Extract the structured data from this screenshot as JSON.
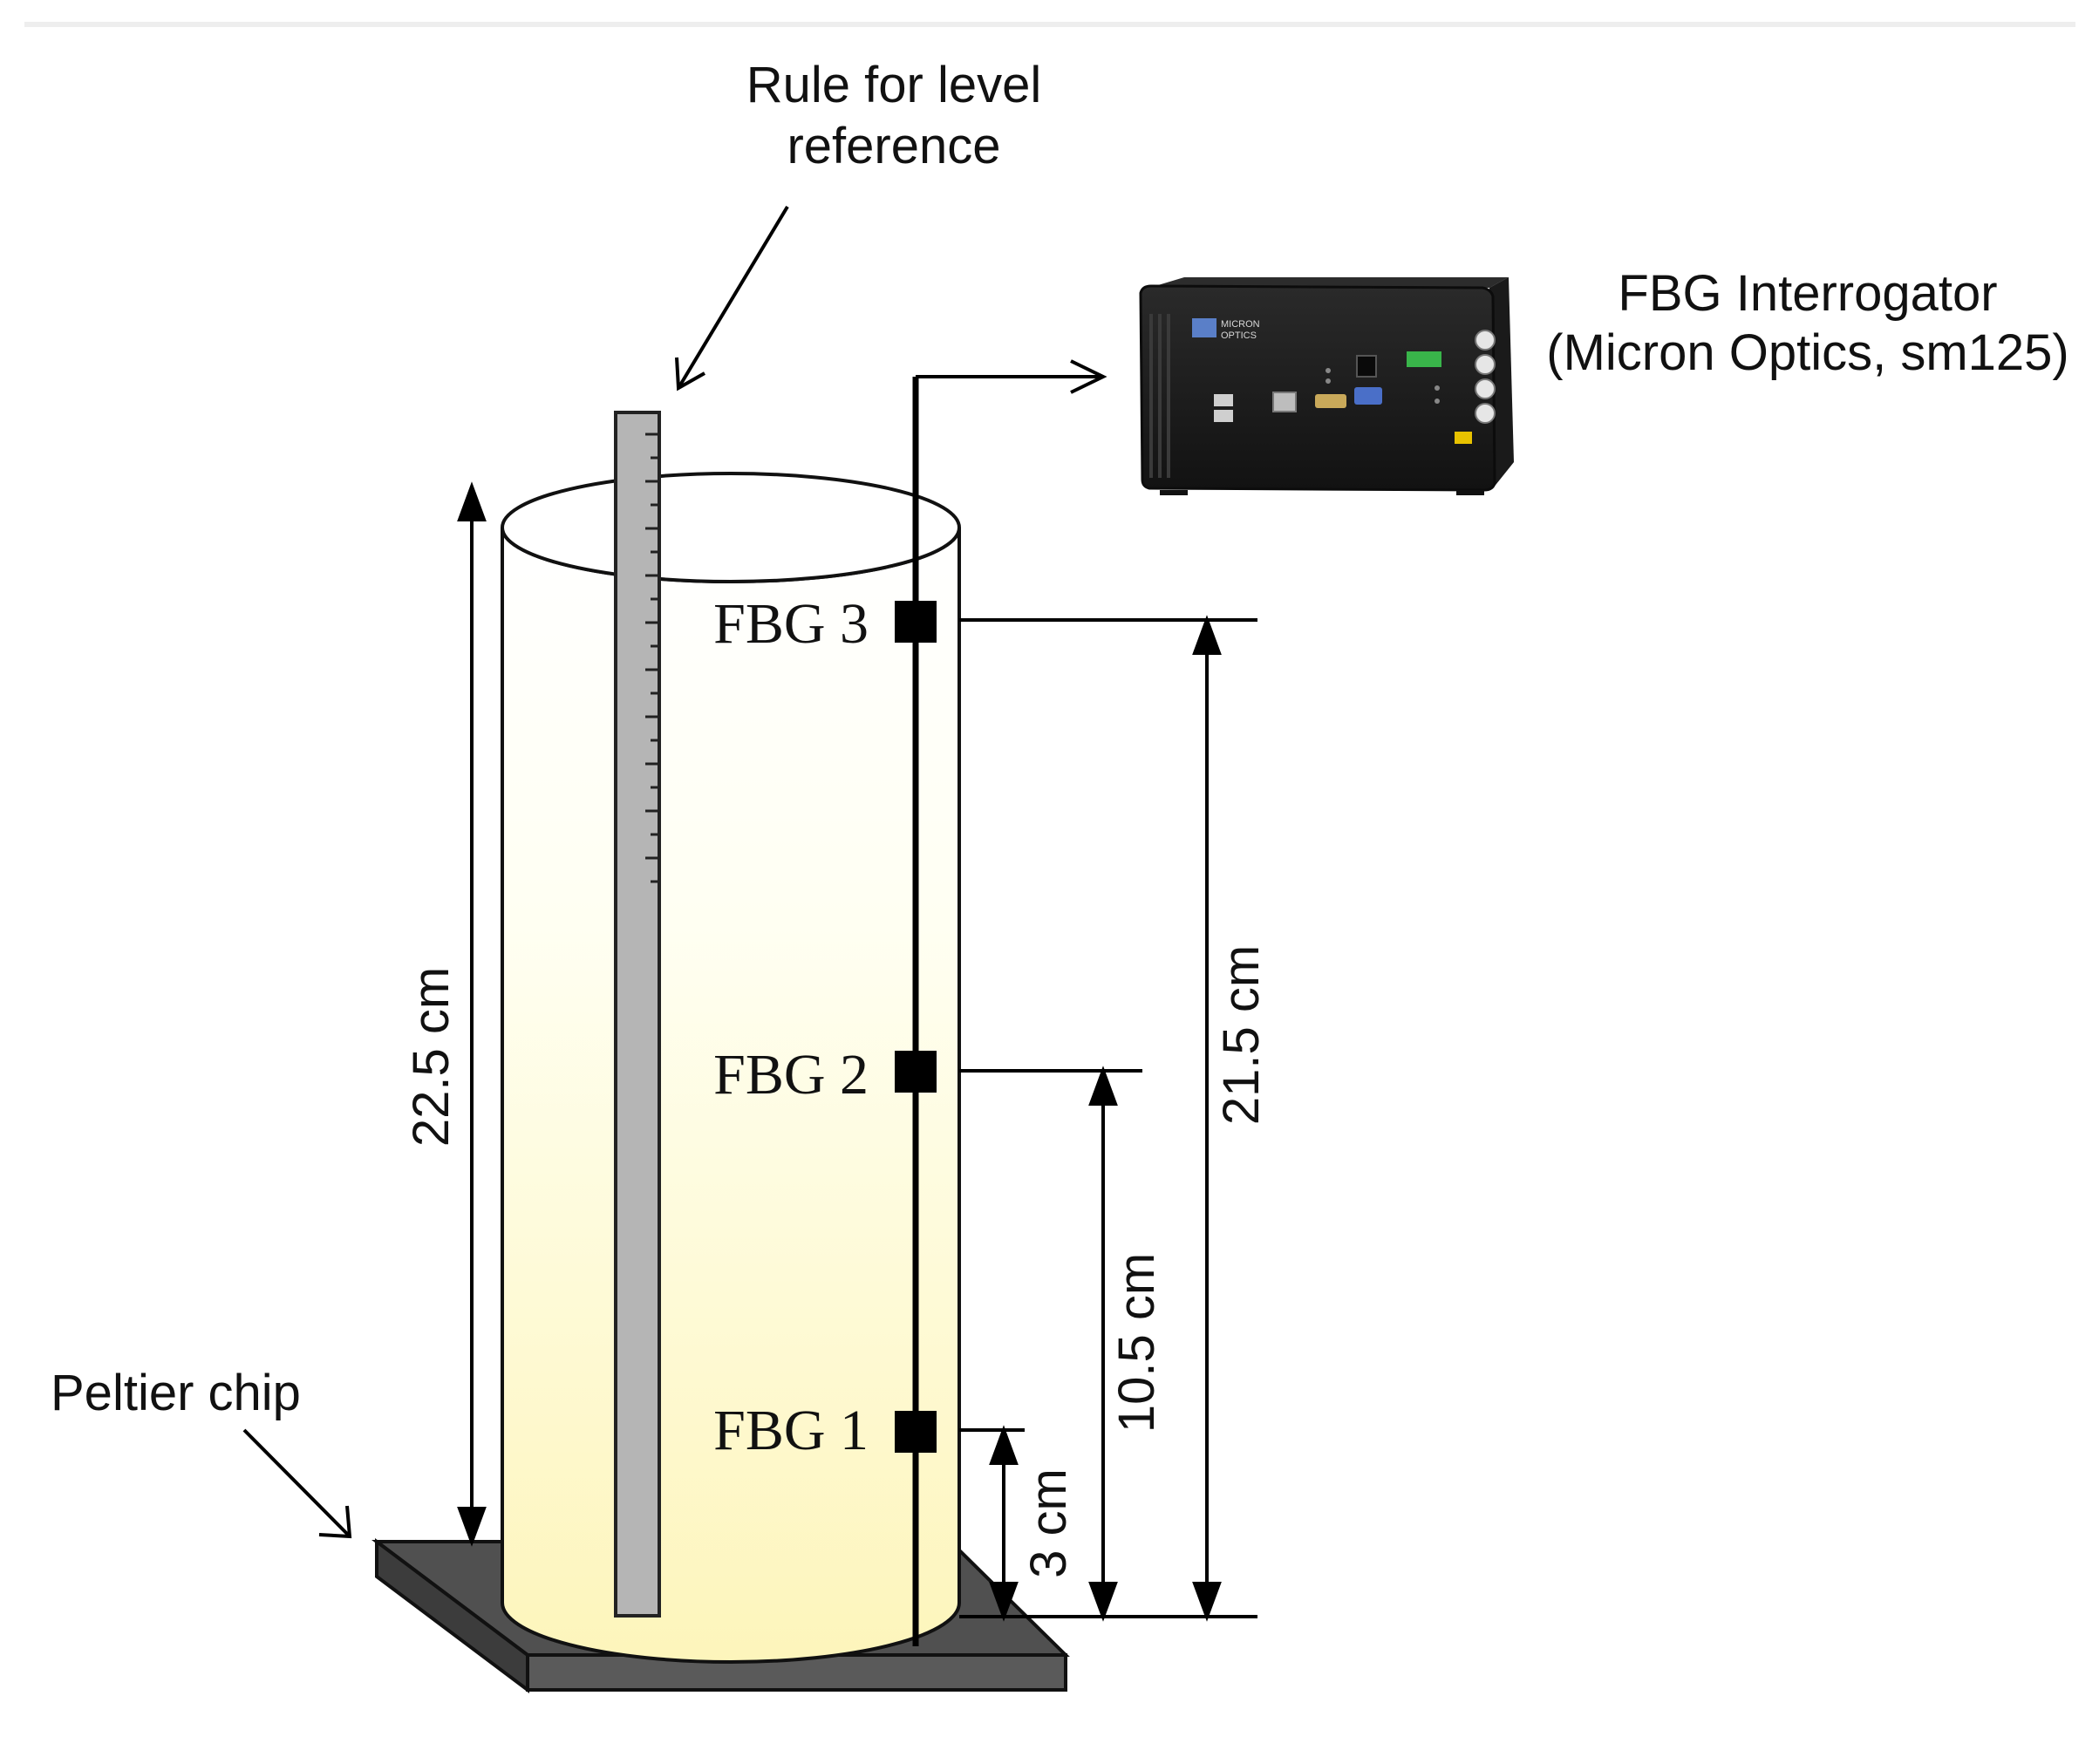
{
  "labels": {
    "rule": [
      "Rule for level",
      "reference"
    ],
    "interrogator": [
      "FBG Interrogator",
      "(Micron Optics, sm125)"
    ],
    "peltier": "Peltier chip"
  },
  "sensors": [
    {
      "label": "FBG 3"
    },
    {
      "label": "FBG 2"
    },
    {
      "label": "FBG 1"
    }
  ],
  "dimensions": {
    "total_height": "22.5 cm",
    "fbg3_height": "21.5 cm",
    "fbg2_height": "10.5 cm",
    "fbg1_height": "3 cm"
  },
  "device": {
    "brand_line1": "MICRON",
    "brand_line2": "OPTICS"
  },
  "colors": {
    "liquid_top": "#fffff4",
    "liquid_bottom": "#fdf6c0",
    "ruler": "#b8b8b8",
    "plate": "#555555",
    "device_body": "#1c1c1c"
  }
}
